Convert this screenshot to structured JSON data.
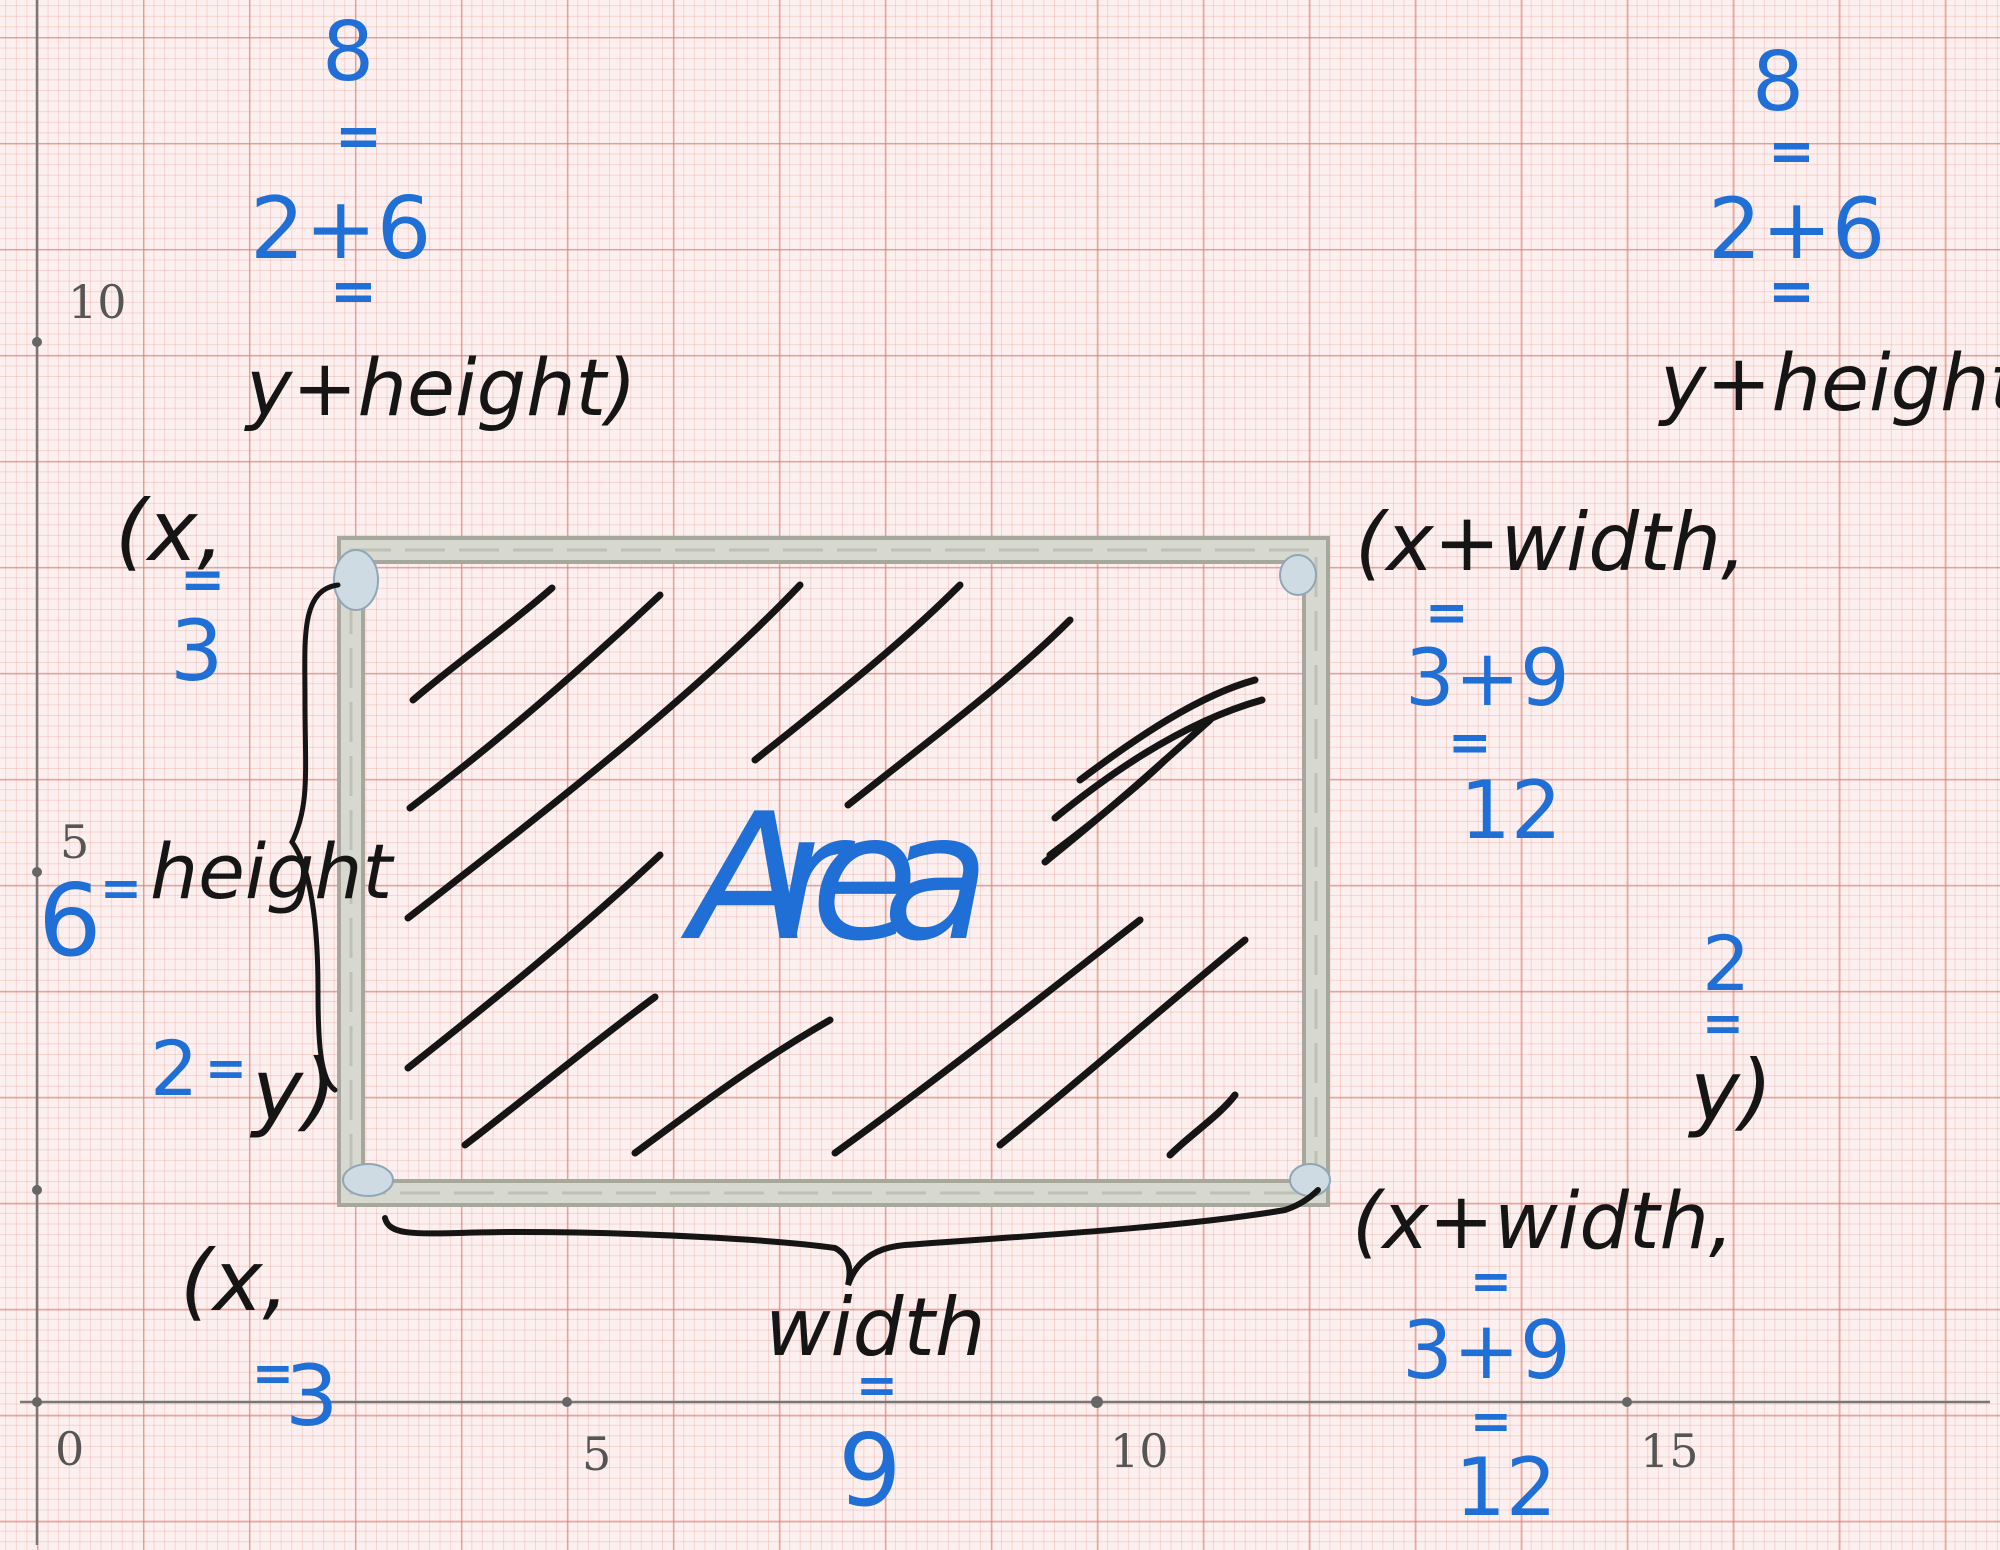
{
  "axes": {
    "x_ticks": [
      "0",
      "5",
      "10",
      "15"
    ],
    "y_ticks": [
      "5",
      "10"
    ]
  },
  "center_label": "Area",
  "width_label": "width",
  "width_value": "9",
  "height_label": "height",
  "height_value": "6",
  "corners": {
    "top_left": {
      "x_term": "(x,",
      "x_value": "3",
      "y_term": "y+height)",
      "y_expr": "2+6",
      "y_value": "8"
    },
    "top_right": {
      "x_term": "(x+width,",
      "x_expr": "3+9",
      "x_value": "12",
      "y_term": "y+height)",
      "y_expr": "2+6",
      "y_value": "8"
    },
    "bottom_left": {
      "x_term": "(x,",
      "x_value": "3",
      "y_term": "y)",
      "y_value": "2"
    },
    "bottom_right": {
      "x_term": "(x+width,",
      "x_expr": "3+9",
      "x_value": "12",
      "y_term": "y)",
      "y_value": "2"
    }
  },
  "colors": {
    "paper": "#fbf0ef",
    "grid": "#de786e",
    "black_ink": "#151515",
    "blue_ink": "#1f6fd6",
    "frame": "#cfd1c9"
  }
}
